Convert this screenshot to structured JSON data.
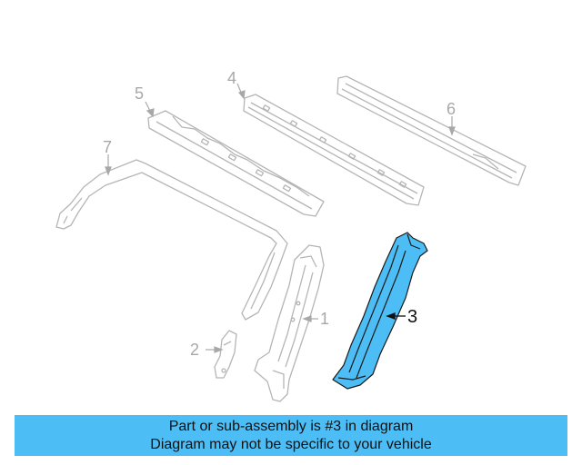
{
  "callouts": {
    "c1": "1",
    "c2": "2",
    "c3": "3",
    "c4": "4",
    "c5": "5",
    "c6": "6",
    "c7": "7"
  },
  "banner": {
    "line1": "Part or sub-assembly is #3 in diagram",
    "line2": "Diagram may not be specific to your vehicle"
  },
  "colors": {
    "highlight": "#4dbef5",
    "linework": "#b5b5b5"
  },
  "highlighted_part": "3"
}
